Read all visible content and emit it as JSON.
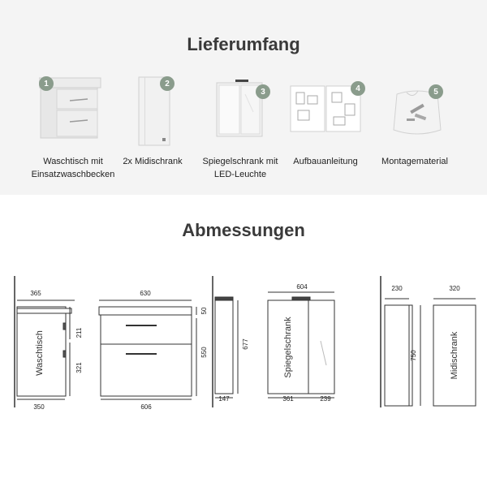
{
  "sections": {
    "lieferumfang": "Lieferumfang",
    "abmessungen": "Abmessungen"
  },
  "items": [
    {
      "number": "1",
      "label_line1": "Waschtisch mit",
      "label_line2": "Einsatzwaschbecken",
      "icon": "washbasin-cabinet-icon"
    },
    {
      "number": "2",
      "label_line1": "2x Midischrank",
      "label_line2": "",
      "icon": "midi-cabinet-icon"
    },
    {
      "number": "3",
      "label_line1": "Spiegelschrank mit",
      "label_line2": "LED-Leuchte",
      "icon": "mirror-cabinet-icon"
    },
    {
      "number": "4",
      "label_line1": "Aufbauanleitung",
      "label_line2": "",
      "icon": "manual-icon"
    },
    {
      "number": "5",
      "label_line1": "Montagematerial",
      "label_line2": "",
      "icon": "hardware-bag-icon"
    }
  ],
  "dimensions": {
    "waschtisch": {
      "side_top": "365",
      "side_bottom": "350",
      "side_label": "Waschtisch",
      "upper_drawer": "211",
      "lower_drawer": "321",
      "front_top": "630",
      "front_bottom": "606",
      "basin_height": "50",
      "total_height": "550"
    },
    "spiegelschrank": {
      "height": "677",
      "depth": "147",
      "width": "604",
      "left_door": "361",
      "right_door": "239",
      "label": "Spiegelschrank"
    },
    "midischrank": {
      "depth": "230",
      "width": "320",
      "height": "750",
      "label": "Midischrank"
    }
  },
  "colors": {
    "badge": "#8a9c8c",
    "top_band": "#f4f4f4",
    "line": "#333333"
  }
}
